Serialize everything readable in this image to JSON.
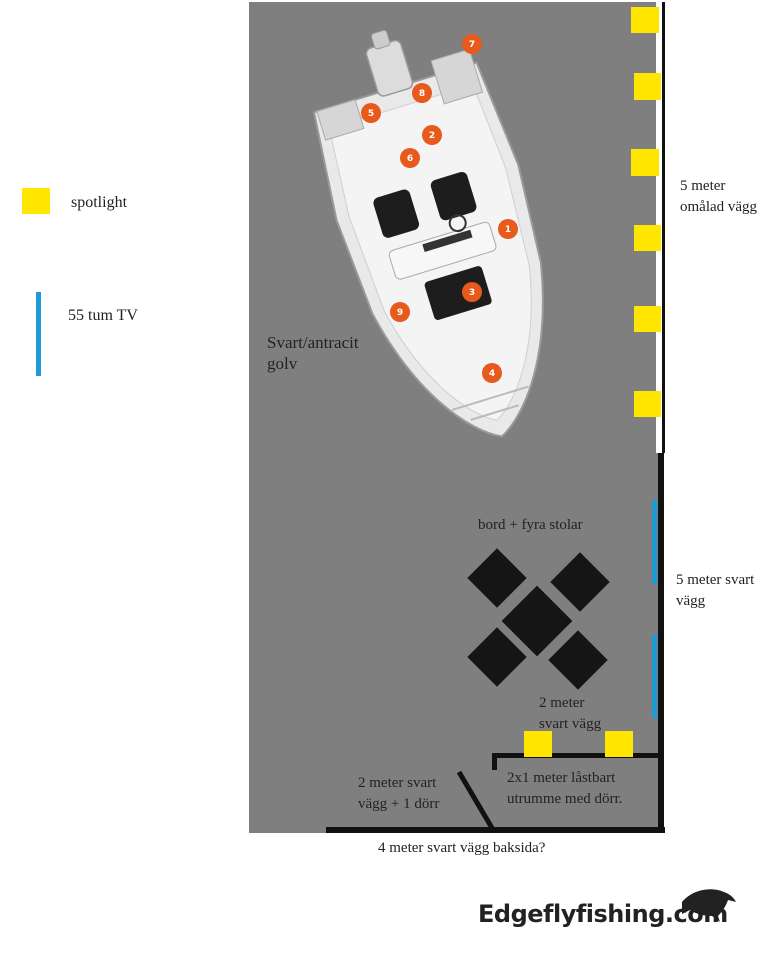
{
  "colors": {
    "floor": "#7f7f7f",
    "spotlight": "#ffe600",
    "tv": "#1e9bd7",
    "wall_black": "#111111",
    "wall_white": "#ffffff",
    "marker": "#e8591c",
    "table": "#151515"
  },
  "legend": {
    "spotlight_label": "spotlight",
    "tv_label": "55 tum TV"
  },
  "floor_label": "Svart/antracit\ngolv",
  "walls": {
    "right_top": "5 meter\nomålad vägg",
    "right_bottom": "5 meter svart\nvägg",
    "inner_short": "2 meter\nsvart vägg",
    "door_wall": "2 meter svart\nvägg + 1 dörr",
    "storage": "2x1 meter låstbart\nutrumme med dörr.",
    "back": "4 meter svart vägg baksida?"
  },
  "table_label": "bord + fyra stolar",
  "boat_markers": [
    "7",
    "8",
    "5",
    "2",
    "6",
    "1",
    "3",
    "9",
    "4"
  ],
  "logo": {
    "text": "Edgeflyfishing.com",
    "icon": "dolphin-icon"
  }
}
